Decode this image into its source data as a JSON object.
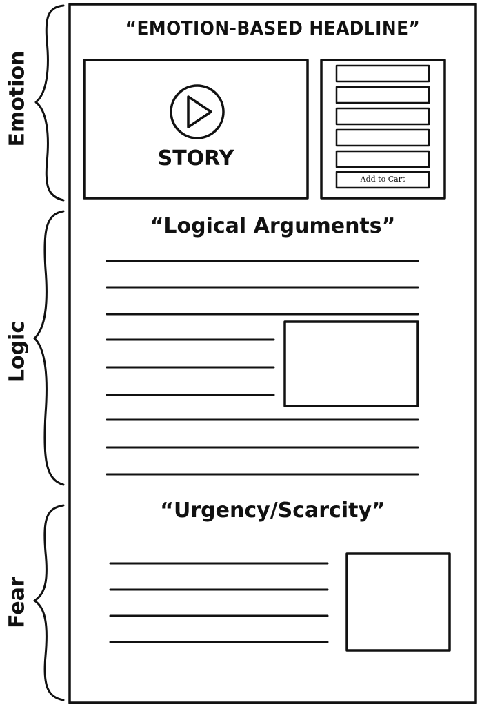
{
  "sections": {
    "emotion": {
      "side_label": "Emotion",
      "headline": "“EMOTION-BASED HEADLINE”",
      "story_label": "STORY",
      "cta_label": "Add to Cart"
    },
    "logic": {
      "side_label": "Logic",
      "headline": "“Logical Arguments”"
    },
    "fear": {
      "side_label": "Fear",
      "headline": "“Urgency/Scarcity”"
    }
  },
  "icons": {
    "video": "play-icon"
  },
  "colors": {
    "ink": "#111111",
    "paper": "#ffffff"
  }
}
